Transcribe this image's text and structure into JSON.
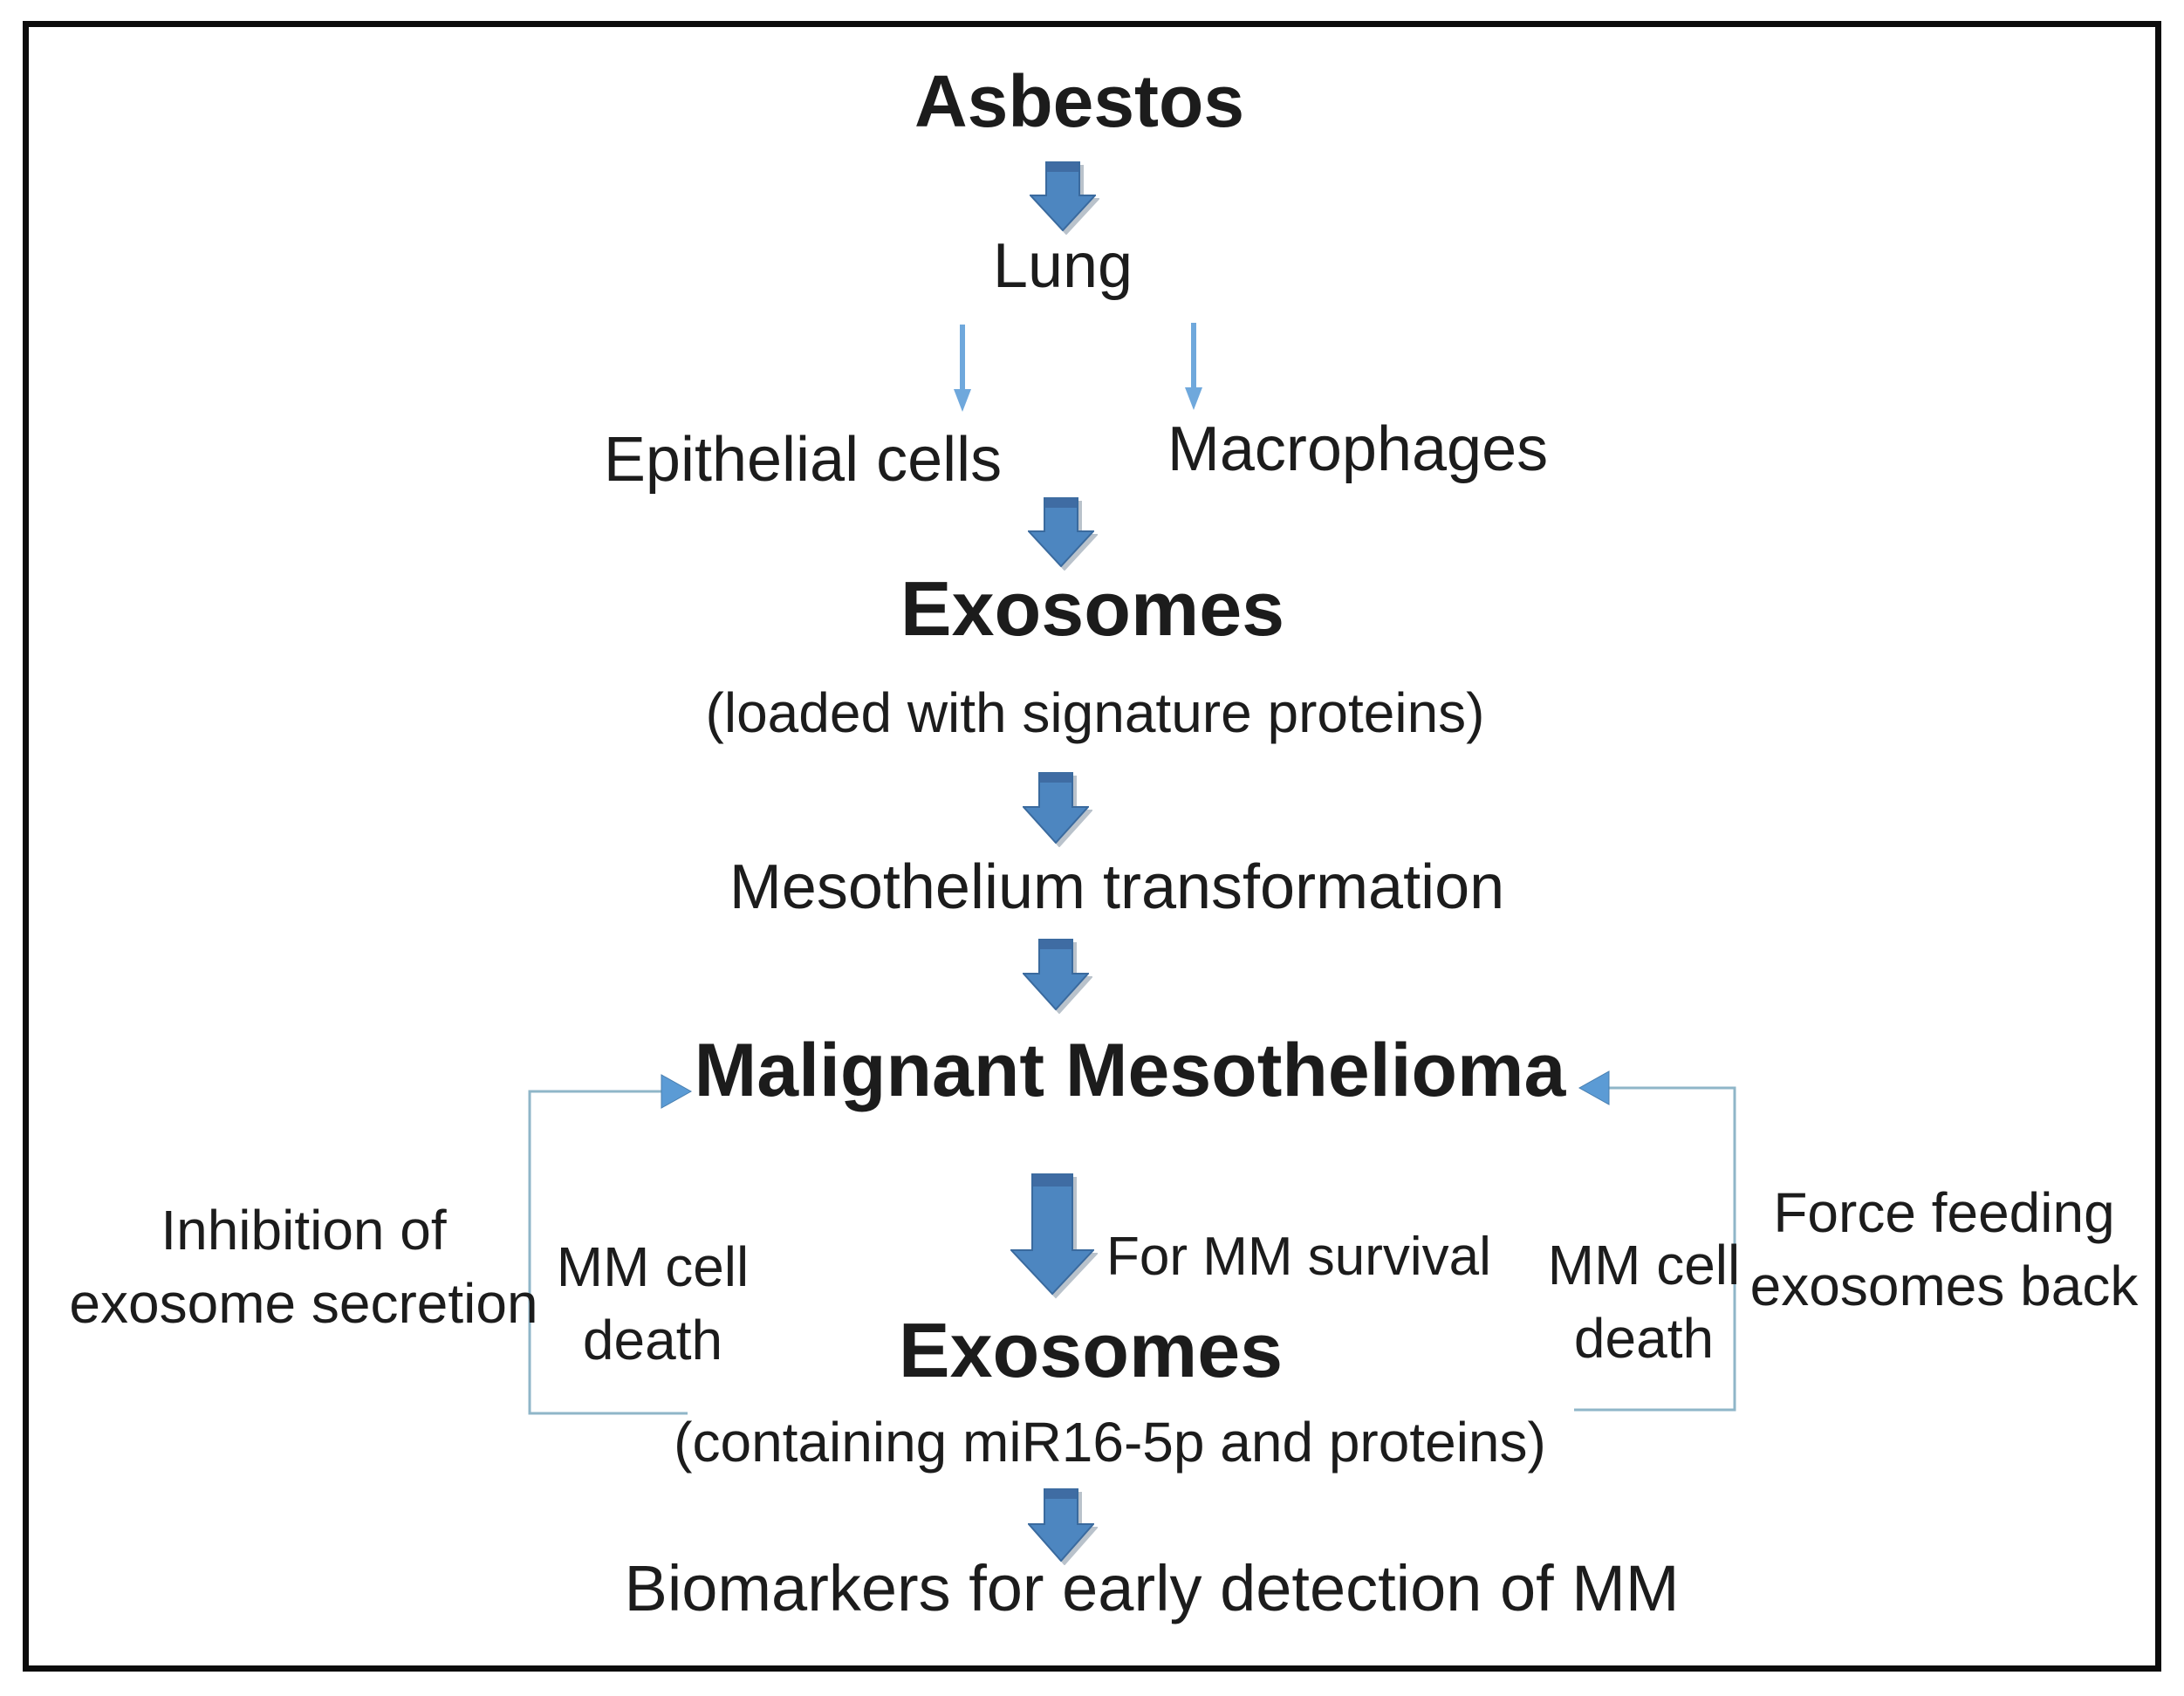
{
  "figure": {
    "flow": {
      "asbestos": "Asbestos",
      "lung": "Lung",
      "epithelial_cells": "Epithelial cells",
      "macrophages": "Macrophages",
      "exosomes_top": "Exosomes",
      "exosomes_top_note": "(loaded with signature proteins)",
      "mesothelium_transformation": "Mesothelium transformation",
      "malignant_mesothelioma": "Malignant Mesothelioma",
      "for_mm_survival": "For MM survival",
      "exosomes_bottom": "Exosomes",
      "exosomes_bottom_note": "(containing miR16-5p and proteins)",
      "biomarkers": "Biomarkers for early detection of MM"
    },
    "side_labels": {
      "inhibition": {
        "line1": "Inhibition of",
        "line2": "exosome secretion"
      },
      "mm_cell_death_left": {
        "line1": "MM cell",
        "line2": "death"
      },
      "mm_cell_death_right": {
        "line1": "MM cell",
        "line2": "death"
      },
      "force_feeding": {
        "line1": "Force feeding",
        "line2": "exosomes back"
      }
    },
    "icons": {
      "block_down_arrow": "down-arrow-icon",
      "thin_down_arrow": "thin-down-arrow-icon",
      "feedback_loop": "feedback-loop-arrow"
    },
    "colors": {
      "arrow_fill": "#4d86c0",
      "arrow_edge": "#3a6a9e",
      "arrow_cap": "#3f6ca3",
      "thin_arrow": "#6fa8dc",
      "loop_line": "#8fb6c8",
      "loop_arrowhead": "#5b9bd5",
      "text": "#1c1c1c",
      "border": "#0c0c0c",
      "background": "#ffffff"
    }
  }
}
